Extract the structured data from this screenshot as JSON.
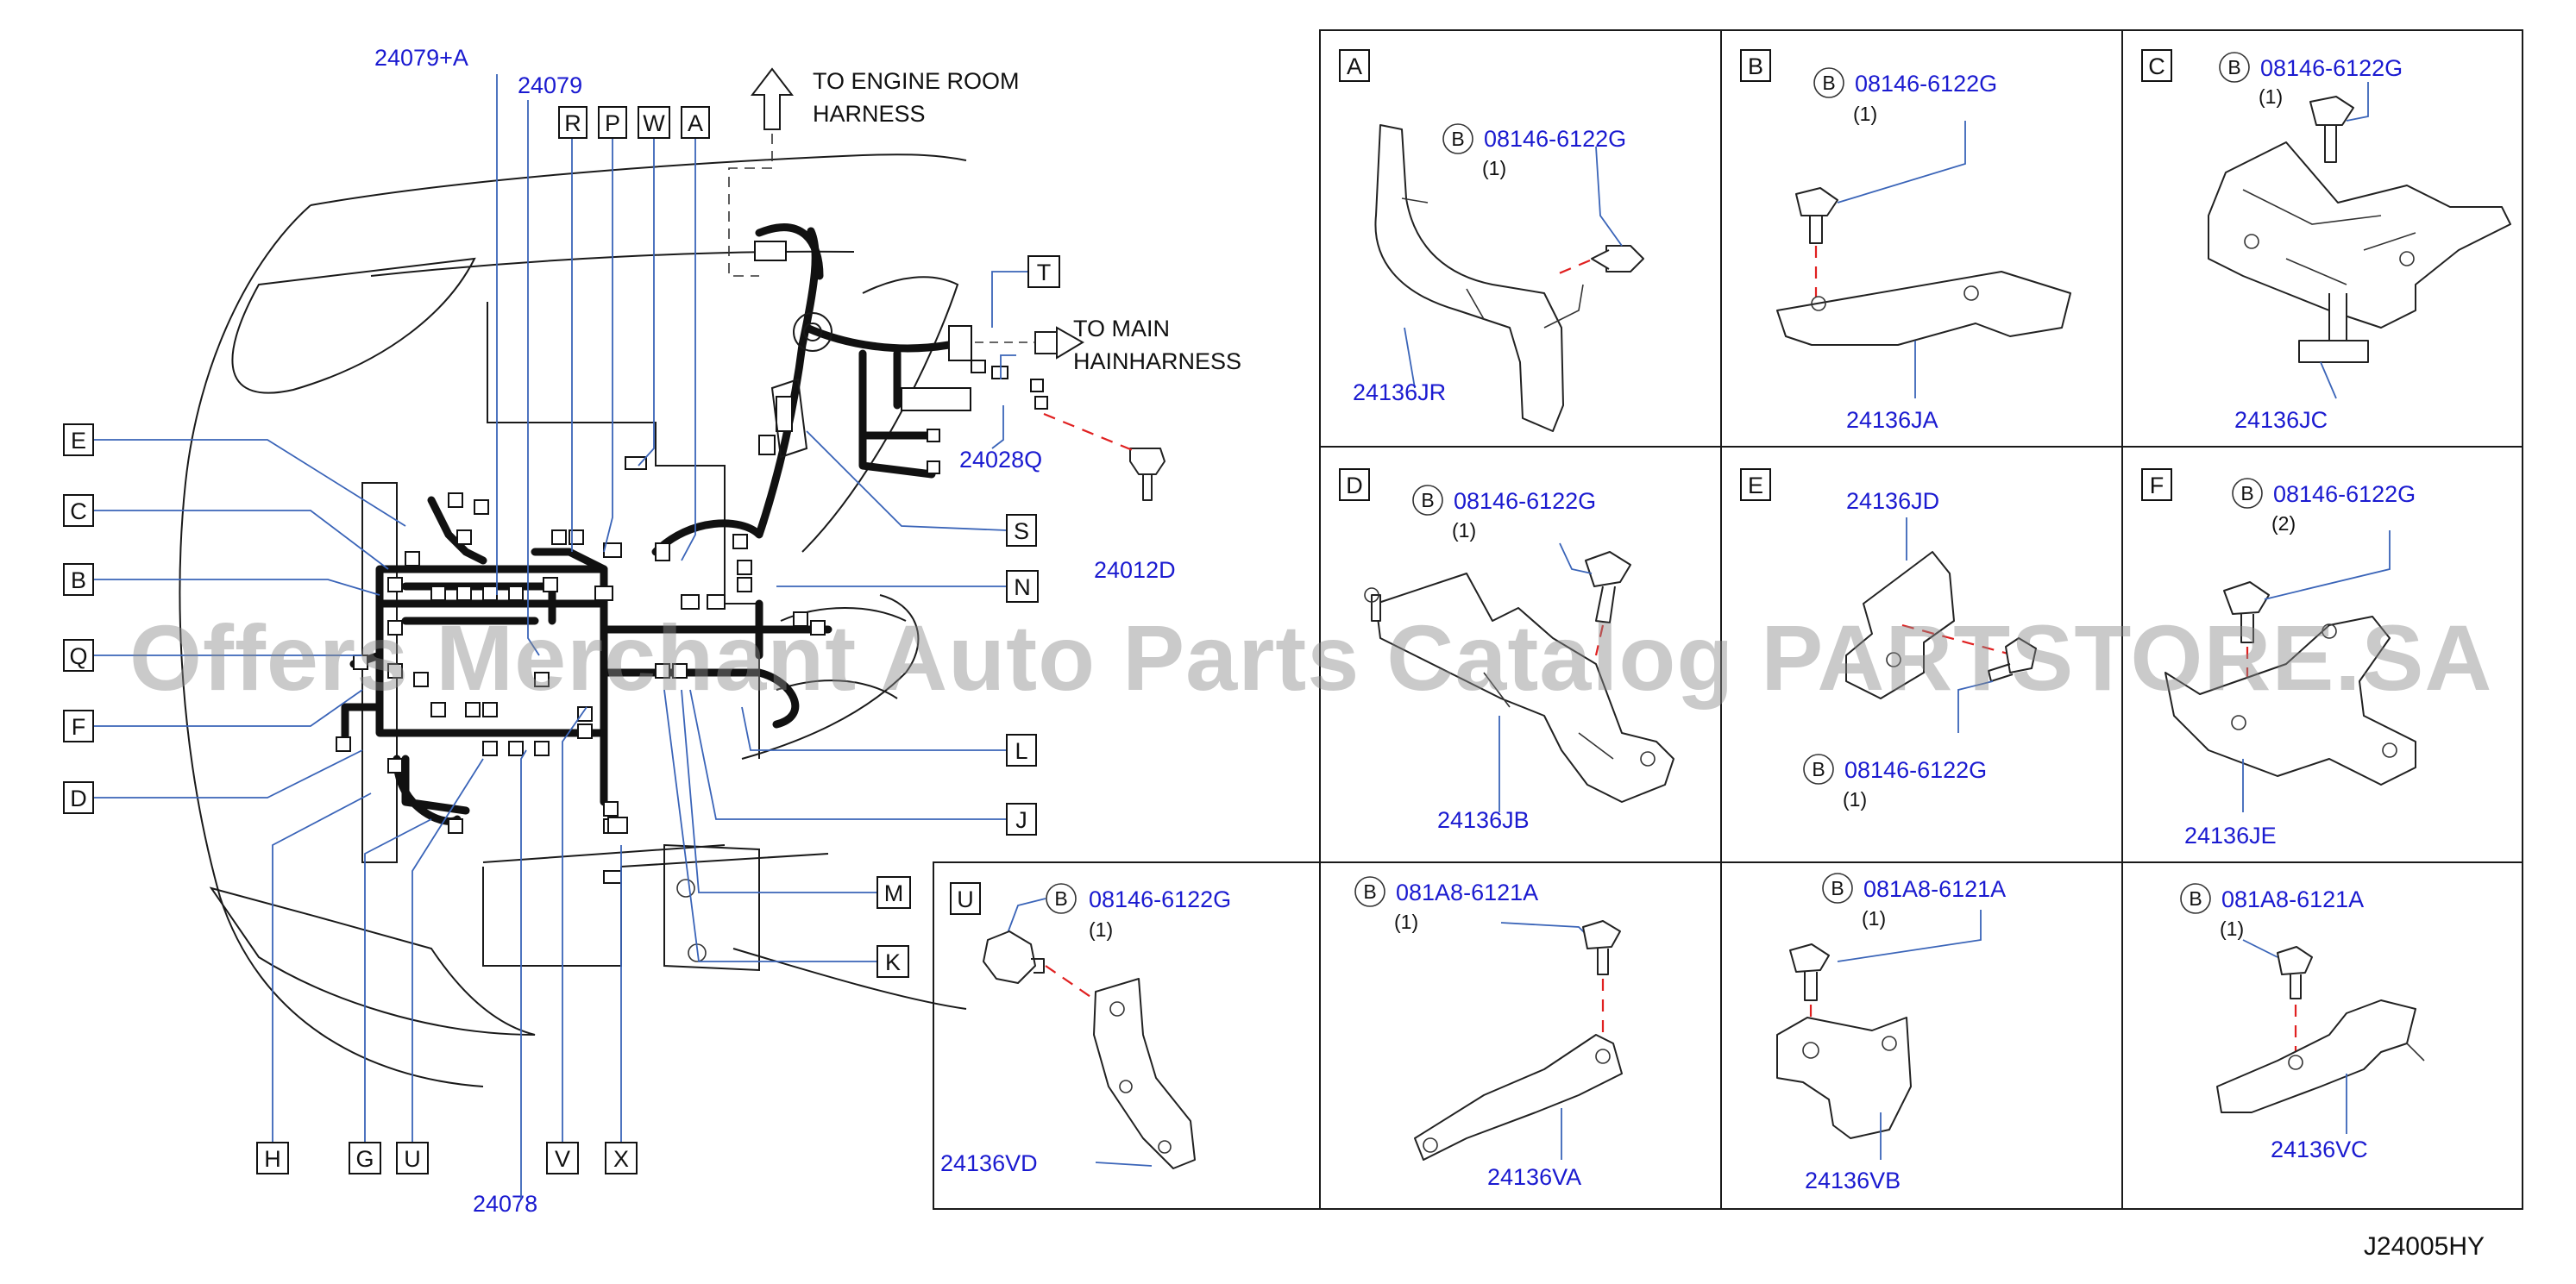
{
  "watermark": "Offers Merchant Auto Parts Catalog PARTSTORE.SA",
  "diagram_code": "J24005HY",
  "main": {
    "top_codes": [
      "24079+A",
      "24079"
    ],
    "bottom_code": "24078",
    "top_letters": [
      "R",
      "P",
      "W",
      "A"
    ],
    "left_letters": [
      "E",
      "C",
      "B",
      "Q",
      "F",
      "D"
    ],
    "right_letters": [
      "T",
      "S",
      "N",
      "L",
      "J",
      "M",
      "K"
    ],
    "bottom_letters": [
      "H",
      "G",
      "U",
      "V",
      "X"
    ],
    "to_engine_line1": "TO  ENGINE  ROOM",
    "to_engine_line2": "HARNESS",
    "to_main_line1": "TO  MAIN",
    "to_main_line2": "HAINHARNESS",
    "part_24028q": "24028Q",
    "part_24012d": "24012D"
  },
  "details": {
    "A": {
      "letter": "A",
      "bolt_tag": "B",
      "bolt": "08146-6122G",
      "qty": "(1)",
      "part": "24136JR"
    },
    "B": {
      "letter": "B",
      "bolt_tag": "B",
      "bolt": "08146-6122G",
      "qty": "(1)",
      "part": "24136JA"
    },
    "C": {
      "letter": "C",
      "bolt_tag": "B",
      "bolt": "08146-6122G",
      "qty": "(1)",
      "part": "24136JC"
    },
    "D": {
      "letter": "D",
      "bolt_tag": "B",
      "bolt": "08146-6122G",
      "qty": "(1)",
      "part": "24136JB"
    },
    "E": {
      "letter": "E",
      "bolt_tag": "B",
      "bolt": "08146-6122G",
      "qty": "(1)",
      "part": "24136JD"
    },
    "F": {
      "letter": "F",
      "bolt_tag": "B",
      "bolt": "08146-6122G",
      "qty": "(2)",
      "part": "24136JE"
    },
    "U": {
      "letter": "U",
      "bolt_tag": "B",
      "bolt": "08146-6122G",
      "qty": "(1)",
      "part": "24136VD"
    },
    "VA": {
      "bolt_tag": "B",
      "bolt": "081A8-6121A",
      "qty": "(1)",
      "part": "24136VA"
    },
    "VB": {
      "bolt_tag": "B",
      "bolt": "081A8-6121A",
      "qty": "(1)",
      "part": "24136VB"
    },
    "VC": {
      "bolt_tag": "B",
      "bolt": "081A8-6121A",
      "qty": "(1)",
      "part": "24136VC"
    }
  }
}
